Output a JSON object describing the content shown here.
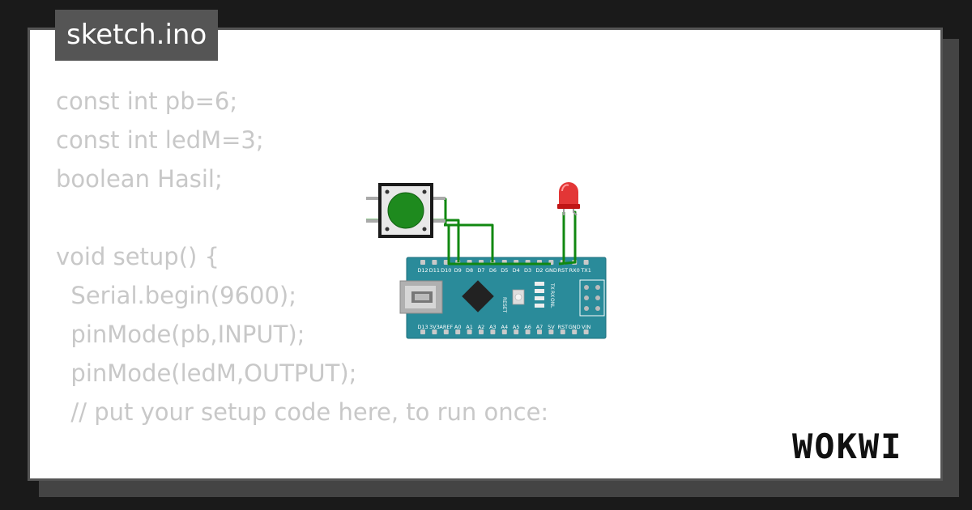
{
  "filename": "sketch.ino",
  "code_lines": [
    "const int pb=6;",
    "const int ledM=3;",
    "boolean Hasil;",
    "",
    "void setup() {",
    "  Serial.begin(9600);",
    "  pinMode(pb,INPUT);",
    "  pinMode(ledM,OUTPUT);",
    "  // put your setup code here, to run once:",
    "",
    "}"
  ],
  "logo": "WOKWI",
  "colors": {
    "background": "#1a1a1a",
    "card": "#ffffff",
    "code_text": "#c8c8c8",
    "board": "#2a8b9a",
    "wire": "#118811",
    "button_cap": "#1e8a1e",
    "led": "#e02020"
  },
  "board": {
    "name": "Arduino Nano",
    "top_pins": [
      "D12",
      "D11",
      "D10",
      "D9",
      "D8",
      "D7",
      "D6",
      "D5",
      "D4",
      "D3",
      "D2",
      "GND",
      "RST",
      "RX0",
      "TX1"
    ],
    "bottom_pins": [
      "D13",
      "3V3",
      "AREF",
      "A0",
      "A1",
      "A2",
      "A3",
      "A4",
      "A5",
      "A6",
      "A7",
      "5V",
      "RST",
      "GND",
      "VIN"
    ],
    "reset_label": "RESET",
    "led_labels": [
      "TX",
      "RX",
      "ON",
      "L"
    ]
  },
  "components": {
    "pushbutton": "pushbutton",
    "led": "red-led"
  }
}
